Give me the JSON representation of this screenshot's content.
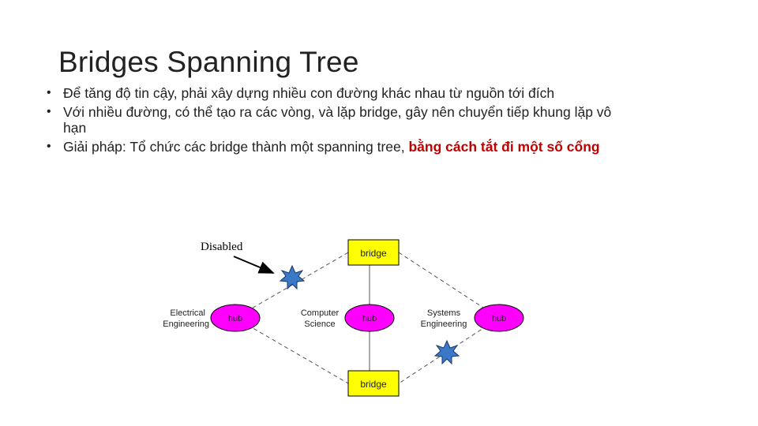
{
  "slide": {
    "title": "Bridges Spanning Tree",
    "bullets": [
      {
        "text": "Để tăng độ tin cậy, phải xây dựng nhiều con đường khác nhau từ nguồn tới đích",
        "emph": ""
      },
      {
        "text": "Với nhiều đường, có thể tạo ra các vòng, và lặp bridge, gây nên chuyển tiếp khung lặp vô hạn",
        "emph": ""
      },
      {
        "text": "Giải pháp: Tổ chức các bridge thành một spanning tree, ",
        "emph": "bằng cách tắt đi một số cổng"
      }
    ]
  },
  "diagram": {
    "disabled_label": "Disabled",
    "bridges": [
      {
        "label": "bridge"
      },
      {
        "label": "bridge"
      }
    ],
    "hubs": [
      {
        "label": "hub",
        "lan_lines": [
          "Electrical",
          "Engineering"
        ]
      },
      {
        "label": "hub",
        "lan_lines": [
          "Computer",
          "Science"
        ]
      },
      {
        "label": "hub",
        "lan_lines": [
          "Systems",
          "Engineering"
        ]
      }
    ],
    "colors": {
      "bridge_fill": "#ffff00",
      "hub_fill": "#ff00ff",
      "disabled_port_fill": "#3a78c8",
      "accent_text": "#c00000"
    }
  }
}
